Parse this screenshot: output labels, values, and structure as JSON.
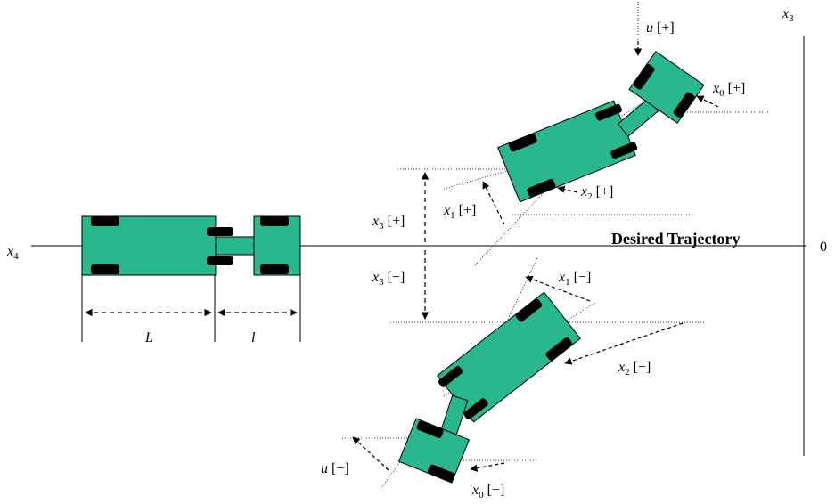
{
  "colors": {
    "body": "#29b78e",
    "wheel": "#000000",
    "line": "#000000"
  },
  "labels": {
    "x4": "x",
    "x4_sub": "4",
    "x3_axis": "x",
    "x3_axis_sub": "3",
    "zero": "0",
    "desired_trajectory": "Desired Trajectory",
    "L": "L",
    "l": "l",
    "x3_pos": "x",
    "x3_pos_sub": "3",
    "x3_pos_sign": " [+]",
    "x3_neg": "x",
    "x3_neg_sub": "3",
    "x3_neg_sign": " [−]",
    "x1_pos": "x",
    "x1_pos_sub": "1",
    "x1_pos_sign": " [+]",
    "x2_pos": "x",
    "x2_pos_sub": "2",
    "x2_pos_sign": " [+]",
    "x0_pos": "x",
    "x0_pos_sub": "0",
    "x0_pos_sign": " [+]",
    "u_pos": "u",
    "u_pos_sign": " [+]",
    "x1_neg": "x",
    "x1_neg_sub": "1",
    "x1_neg_sign": " [−]",
    "x2_neg": "x",
    "x2_neg_sub": "2",
    "x2_neg_sign": " [−]",
    "x0_neg": "x",
    "x0_neg_sub": "0",
    "x0_neg_sign": " [−]",
    "u_neg": "u",
    "u_neg_sign": " [−]"
  }
}
